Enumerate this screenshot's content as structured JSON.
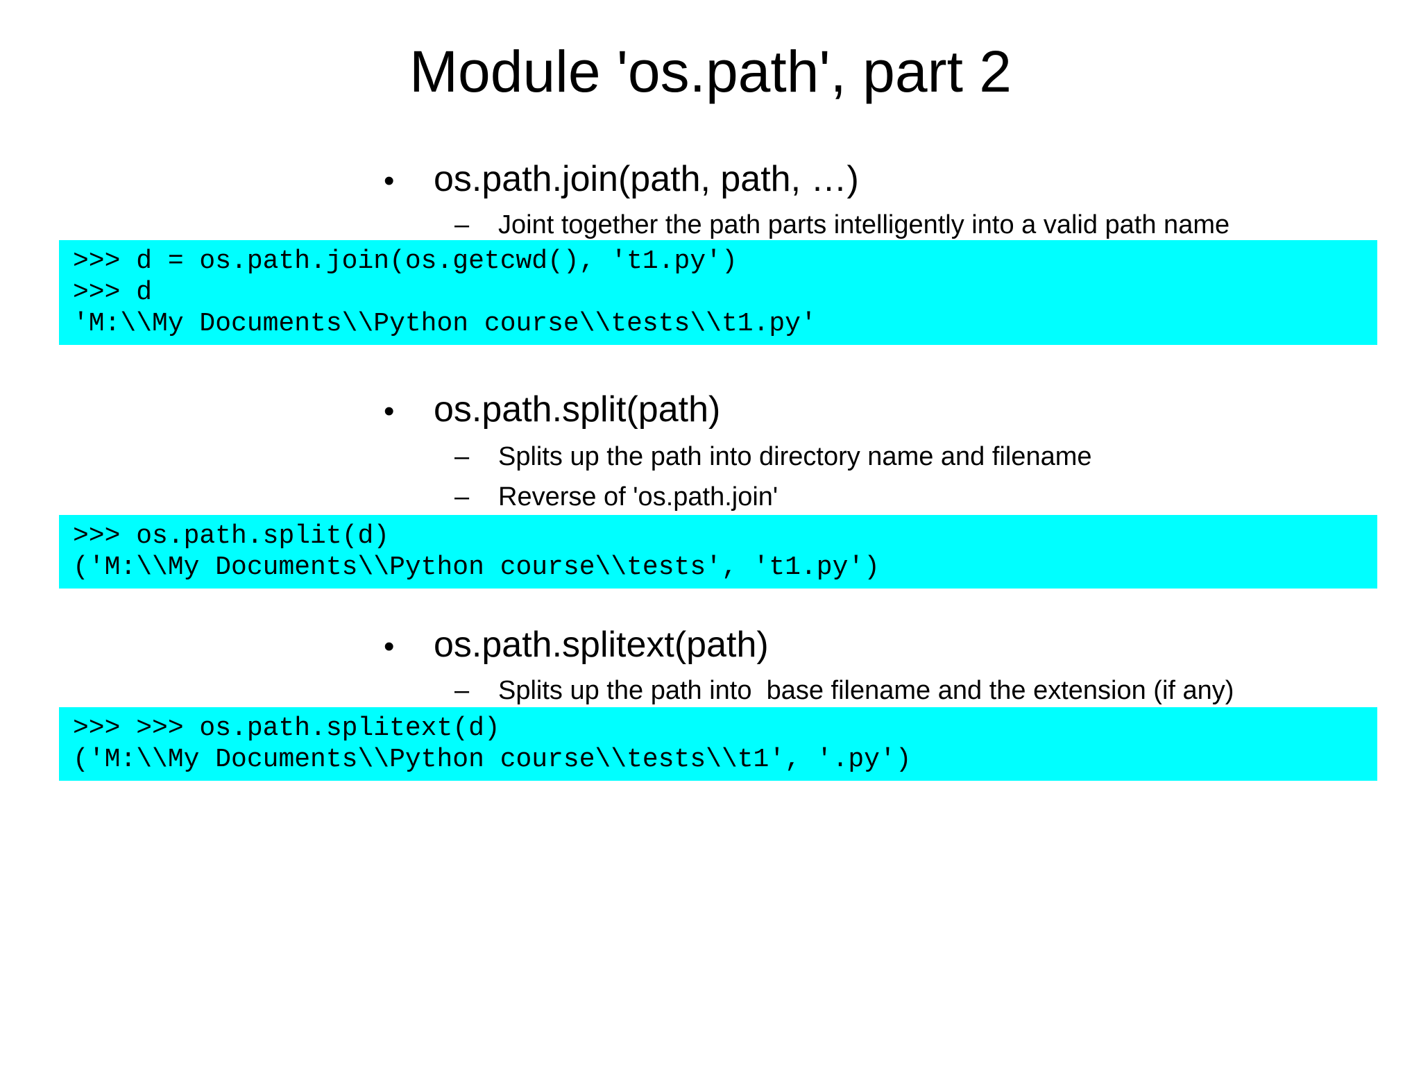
{
  "slide": {
    "title": "Module 'os.path', part 2",
    "bullet_char": "•",
    "dash_char": "–",
    "code_bg_color": "#00ffff",
    "text_color": "#000000",
    "background_color": "#ffffff",
    "sections": [
      {
        "heading": "os.path.join(path, path, …)",
        "subs": [
          "Joint together the path parts intelligently into a valid path name"
        ],
        "code": [
          ">>> d = os.path.join(os.getcwd(), 't1.py')",
          ">>> d",
          "'M:\\\\My Documents\\\\Python course\\\\tests\\\\t1.py'"
        ]
      },
      {
        "heading": "os.path.split(path)",
        "subs": [
          "Splits up the path into directory name and filename",
          "Reverse of 'os.path.join'"
        ],
        "code": [
          ">>> os.path.split(d)",
          "('M:\\\\My Documents\\\\Python course\\\\tests', 't1.py')"
        ]
      },
      {
        "heading": "os.path.splitext(path)",
        "subs": [
          "Splits up the path into  base filename and the extension (if any)"
        ],
        "code": [
          ">>> >>> os.path.splitext(d)",
          "('M:\\\\My Documents\\\\Python course\\\\tests\\\\t1', '.py')"
        ]
      }
    ]
  }
}
